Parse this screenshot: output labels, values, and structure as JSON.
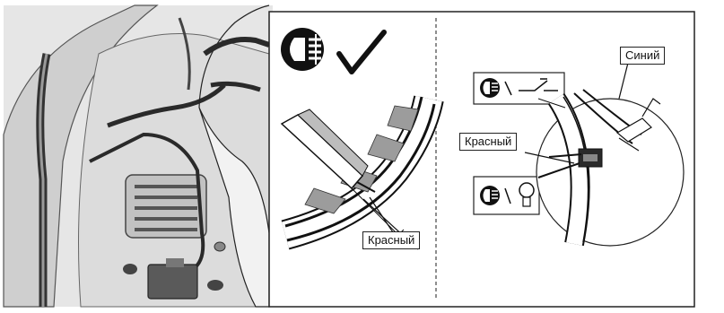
{
  "diagram": {
    "left_panel": {
      "label_red": "Красный",
      "fog_icon": "front-fog-lamp-icon",
      "check_icon": "checkmark-icon",
      "tool_icon": "probe-tester-icon"
    },
    "right_panel": {
      "label_blue": "Синий",
      "label_red": "Красный",
      "switch_icon": "fog-switch-symbol-icon",
      "lamp_icon": "fog-lamp-bulb-symbol-icon"
    },
    "colors": {
      "line": "#1a1a1a",
      "car_fill": "#d9d9d9",
      "car_dark": "#7a7a7a",
      "frame": "#222222"
    }
  }
}
